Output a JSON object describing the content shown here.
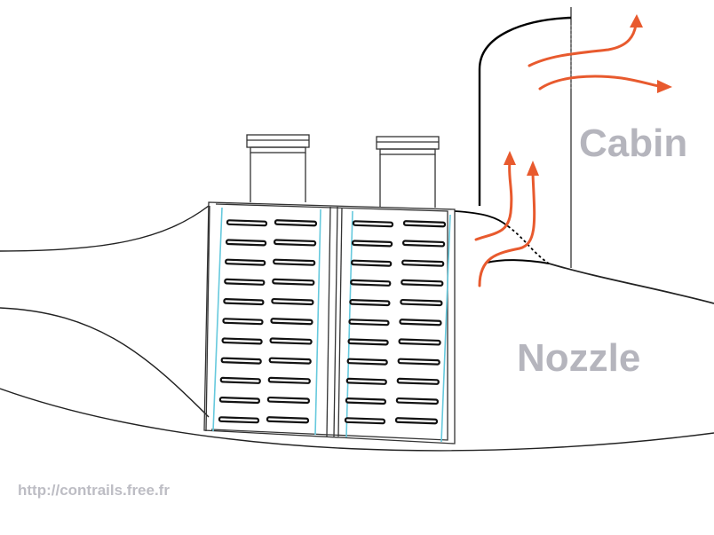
{
  "labels": {
    "cabin": "Cabin",
    "nozzle": "Nozzle",
    "url": "http://contrails.free.fr"
  },
  "colors": {
    "flow_arrows": "#e85a2e",
    "labels": "#b5b5bd",
    "cooling_channels": "#66c9dd",
    "lines": "#222222"
  },
  "icons": [
    "airflow-arrow-icon"
  ]
}
